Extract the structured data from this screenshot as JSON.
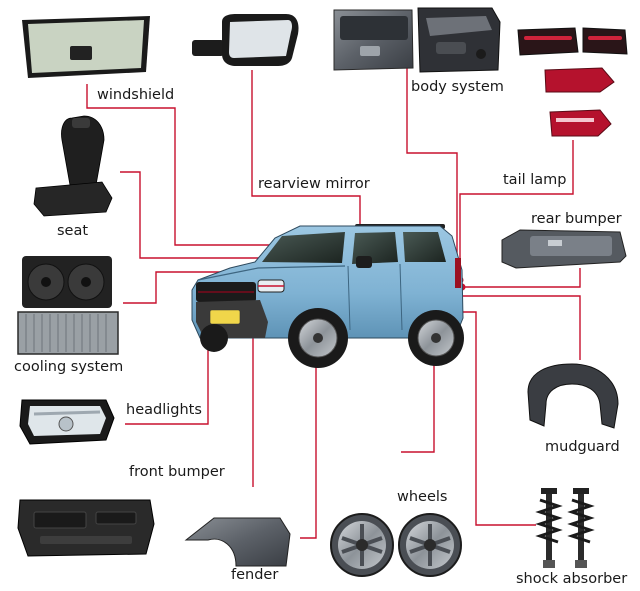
{
  "labels": {
    "windshield": "windshield",
    "rearview_mirror": "rearview mirror",
    "body_system": "body system",
    "tail_lamp": "tail lamp",
    "rear_bumper": "rear bumper",
    "seat": "seat",
    "cooling_system": "cooling system",
    "headlights": "headlights",
    "front_bumper": "front bumper",
    "mudguard": "mudguard",
    "wheels": "wheels",
    "fender": "fender",
    "shock_absorber": "shock absorber"
  },
  "colors": {
    "leader_line": "#c8102e",
    "car_body": "#7fb2d3",
    "text": "#1a1a1a"
  }
}
